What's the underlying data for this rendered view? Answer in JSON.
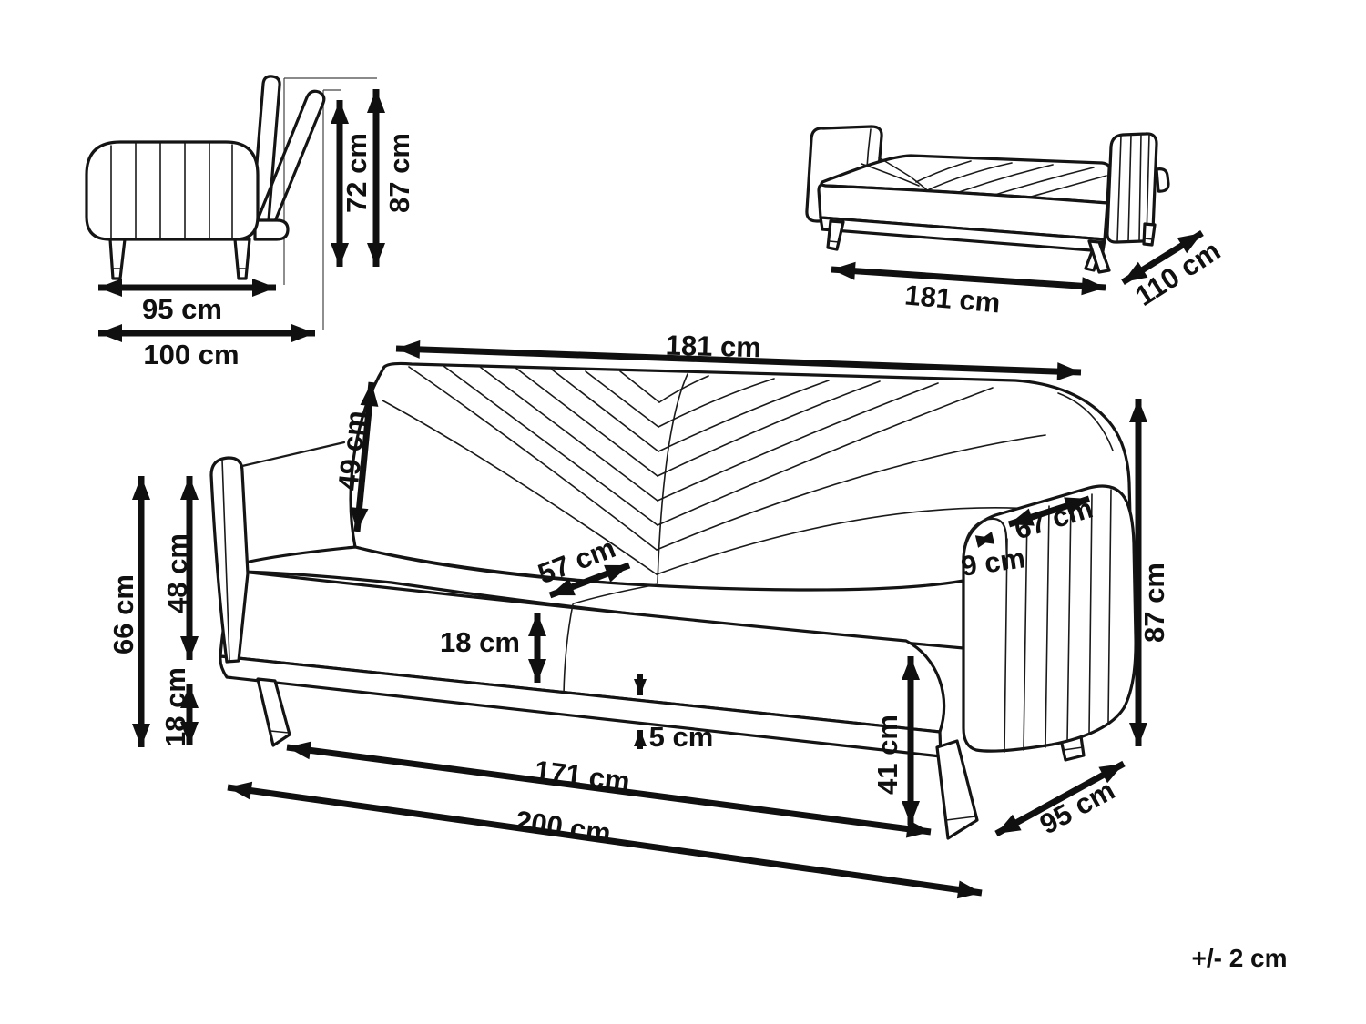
{
  "diagram": {
    "tolerance_note": "+/- 2 cm",
    "unit": "cm"
  },
  "side_view": {
    "seat_depth": "95 cm",
    "total_depth": "100 cm",
    "backrest_height": "72 cm",
    "total_height": "87 cm"
  },
  "bed_view": {
    "length": "181 cm",
    "depth": "110 cm"
  },
  "main_view": {
    "back_width": "181 cm",
    "backrest_length": "49 cm",
    "seat_depth": "57 cm",
    "cushion_thickness": "18 cm",
    "base_height": "5 cm",
    "legs_span": "171 cm",
    "total_width": "200 cm",
    "armrest_height": "66 cm",
    "armrest_above_base": "48 cm",
    "leg_height": "18 cm",
    "seat_height": "41 cm",
    "armrest_length": "67 cm",
    "armrest_width": "9 cm",
    "total_height": "87 cm",
    "total_depth": "95 cm"
  }
}
